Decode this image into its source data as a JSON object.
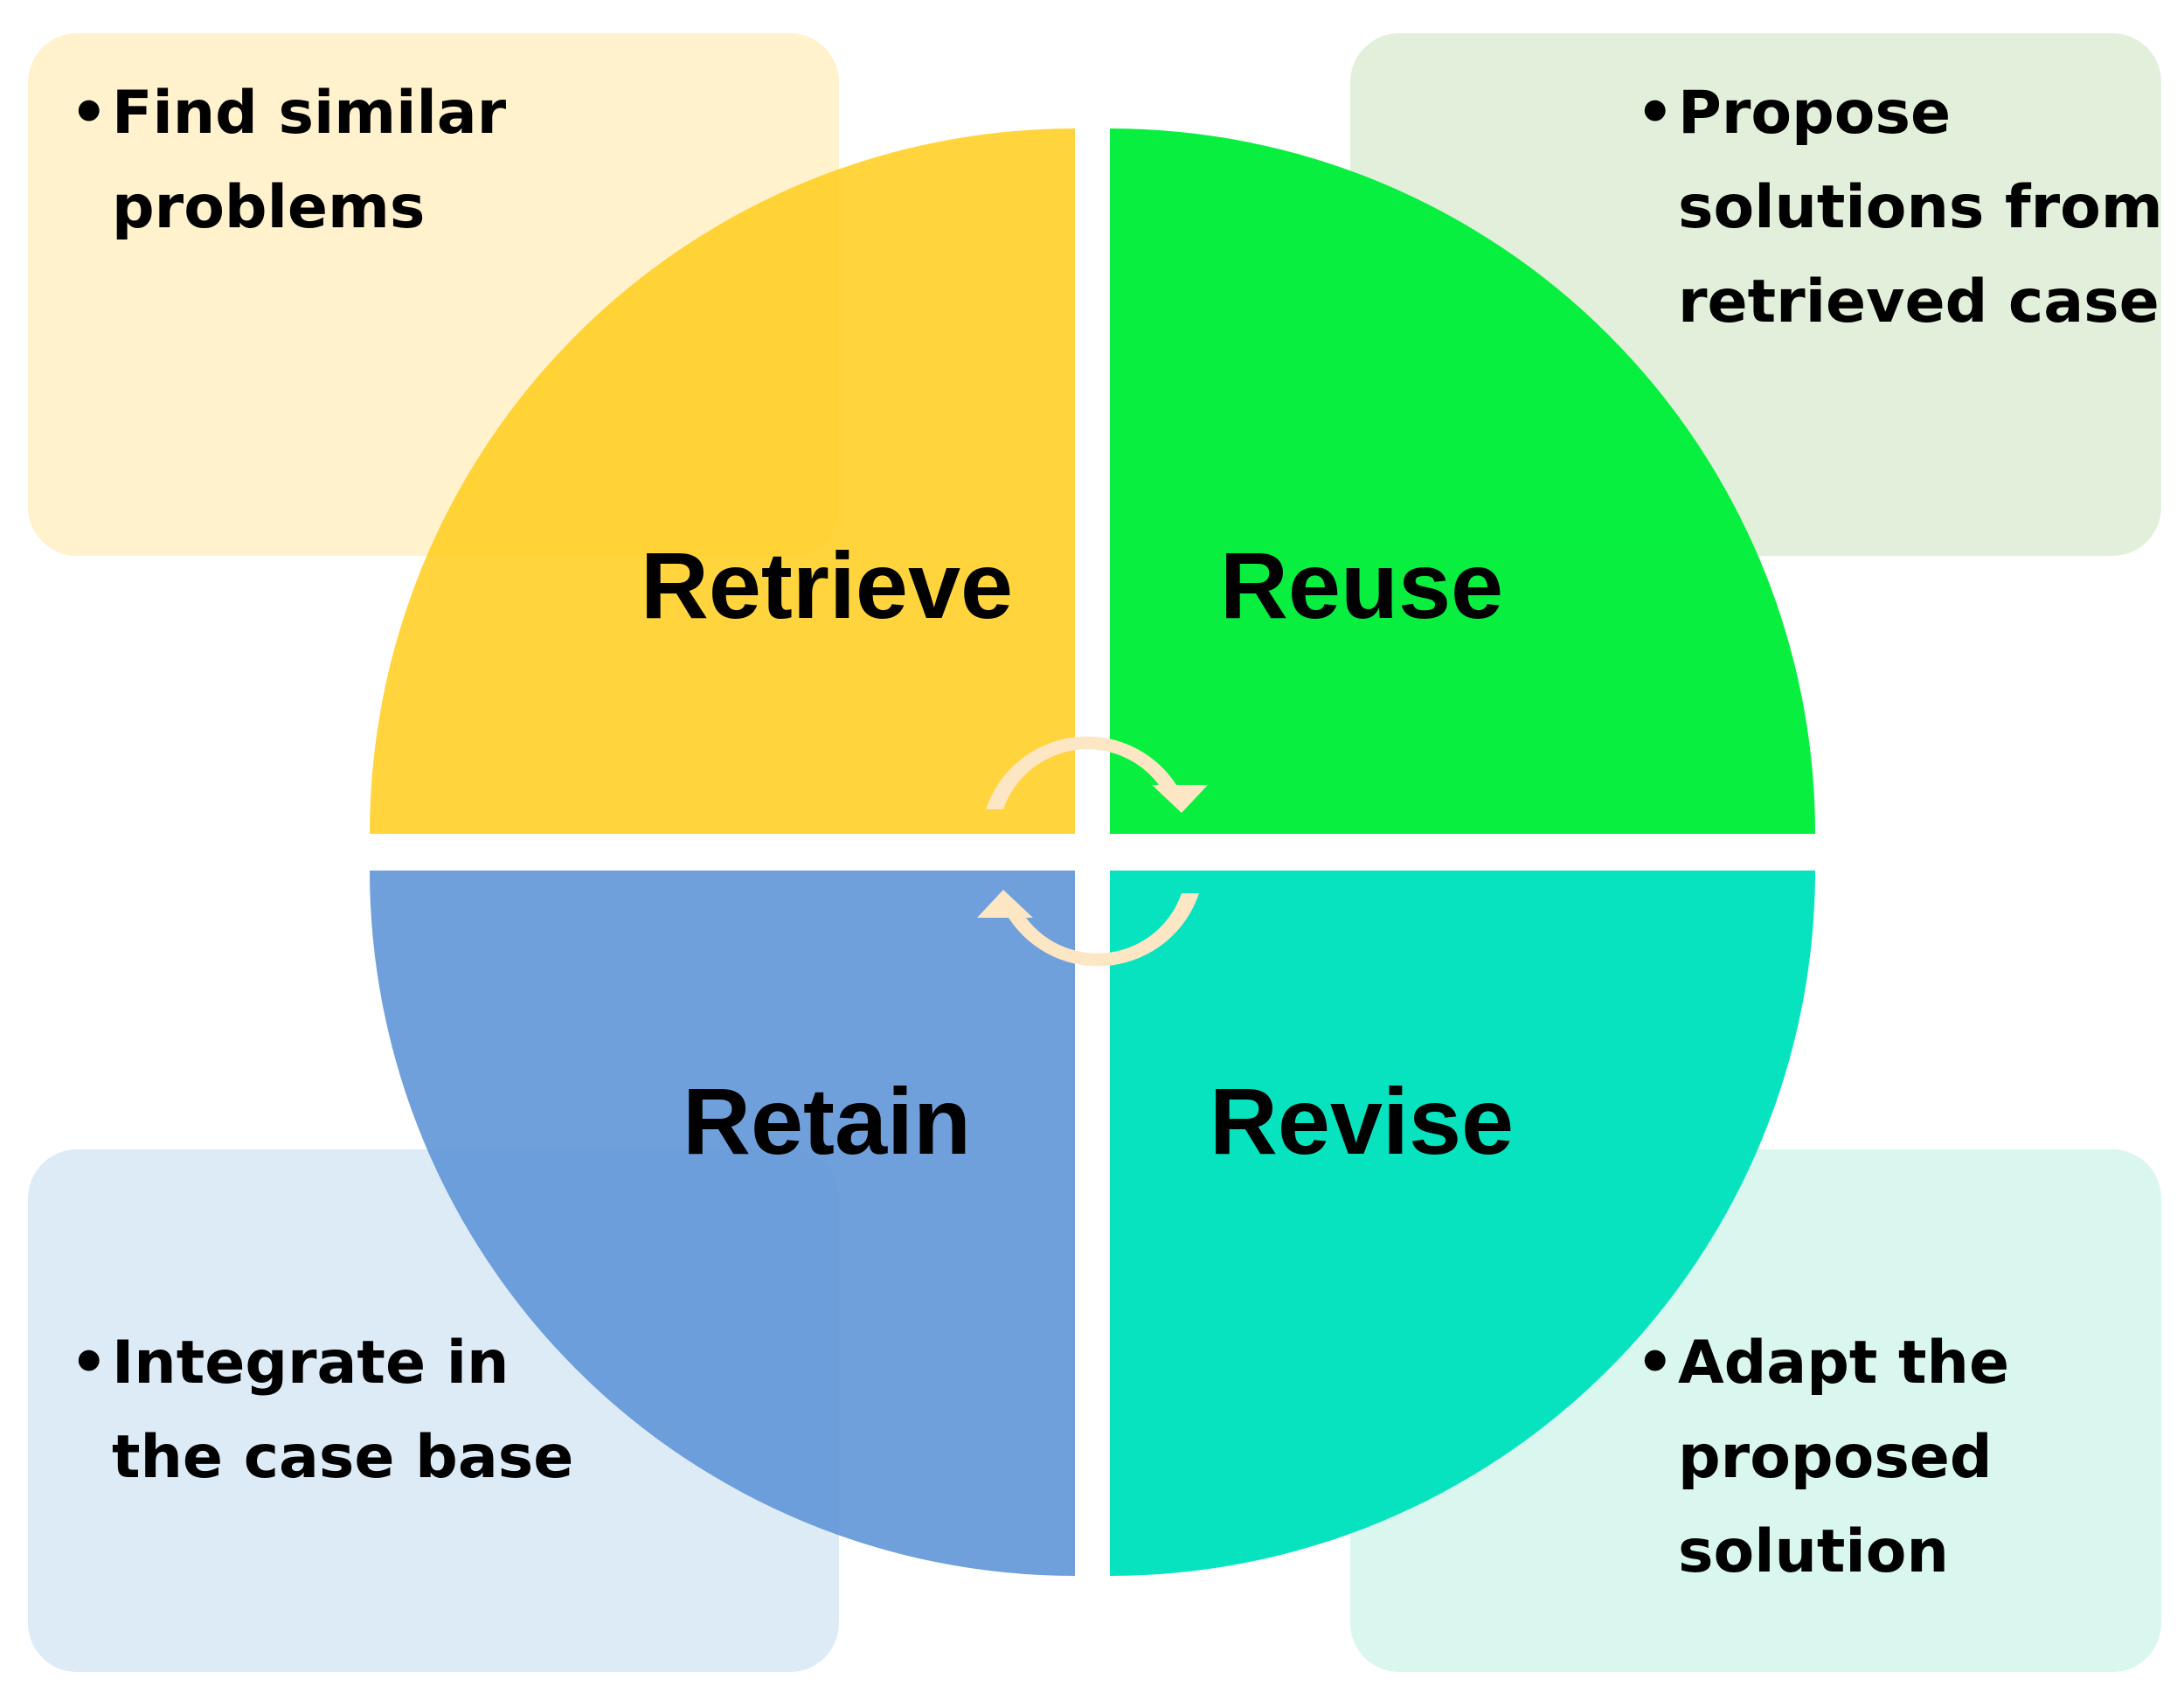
{
  "quadrants": {
    "top_left": {
      "label": "Retrieve",
      "description": "Find similar\nproblems"
    },
    "top_right": {
      "label": "Reuse",
      "description": "Propose\nsolutions from\nretrieved case"
    },
    "bottom_left": {
      "label": "Retain",
      "description": "Integrate in\nthe case base"
    },
    "bottom_right": {
      "label": "Revise",
      "description": "Adapt the\nproposed\nsolution"
    }
  },
  "bullet_char": "•",
  "colors": {
    "retrieve": "#ffcc1a",
    "reuse": "#00ee3a",
    "retain": "#5b93d6",
    "revise": "#00e2bd",
    "cycle_arrow": "#fde6c4"
  }
}
